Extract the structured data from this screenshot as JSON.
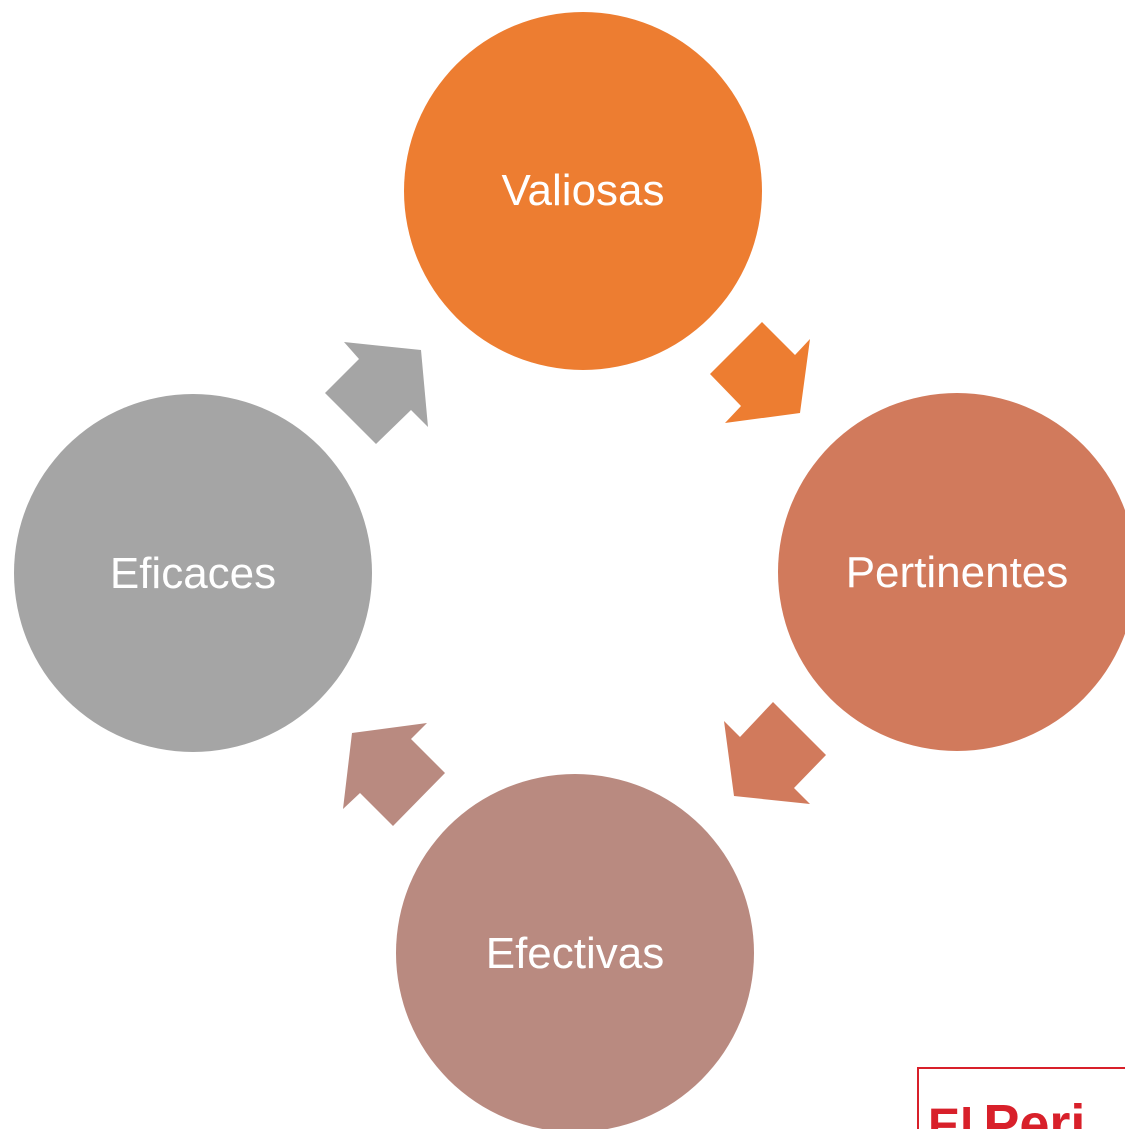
{
  "diagram": {
    "nodes": [
      {
        "label": "Valiosas",
        "color": "#ed7d31"
      },
      {
        "label": "Pertinentes",
        "color": "#d17a5c"
      },
      {
        "label": "Efectivas",
        "color": "#b98a80"
      },
      {
        "label": "Eficaces",
        "color": "#a5a5a5"
      }
    ],
    "arrows": [
      {
        "from": "Valiosas",
        "to": "Pertinentes",
        "color": "#ed7d31"
      },
      {
        "from": "Pertinentes",
        "to": "Efectivas",
        "color": "#d17a5c"
      },
      {
        "from": "Efectivas",
        "to": "Eficaces",
        "color": "#b98a80"
      },
      {
        "from": "Eficaces",
        "to": "Valiosas",
        "color": "#a5a5a5"
      }
    ]
  },
  "logo": {
    "text_first": "El",
    "text_second": "Peri",
    "color": "#d8202a"
  }
}
